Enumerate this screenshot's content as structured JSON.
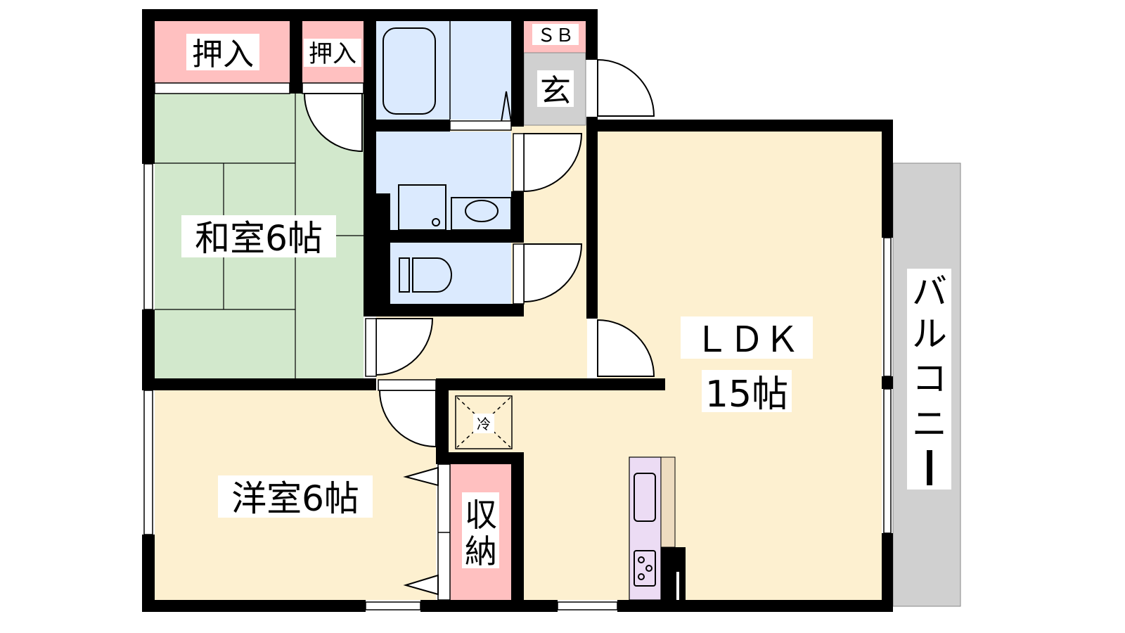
{
  "floorplan": {
    "rooms": {
      "closet_left": "押入",
      "closet_right": "押入",
      "shoe_box": "ＳＢ",
      "entrance": "玄",
      "washitsu": "和室6帖",
      "ldk_line1": "ＬＤＫ",
      "ldk_line2": "15帖",
      "yoshitsu": "洋室6帖",
      "storage": "収納",
      "fridge": "冷",
      "balcony": [
        "バ",
        "ル",
        "コ",
        "ニ",
        "ー"
      ]
    },
    "colors": {
      "wall": "#000000",
      "closet": "#ffc0c0",
      "tatami": "#d2e8cc",
      "wet_area": "#dbeafe",
      "floor": "#fdf0d0",
      "entrance": "#d0d0d0",
      "balcony": "#d0d0d0",
      "kitchen": "#ecdcf4"
    }
  }
}
